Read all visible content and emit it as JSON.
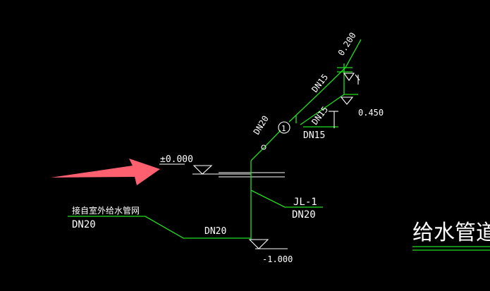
{
  "labels": {
    "elev_zero": "±0.000",
    "elev_top": "0.200",
    "elev_mid": "0.450",
    "elev_bottom": "-1.000",
    "pipe_riser": "DN20",
    "pipe_upper_1": "DN15",
    "pipe_upper_2": "DN15",
    "pipe_upper_3": "DN15",
    "riser_tag": "JL-1",
    "riser_size": "DN20",
    "inlet_source": "接自室外给水管网",
    "inlet_size": "DN20",
    "inlet_pipe": "DN20",
    "valve_number": "1",
    "title_partial": "给水管道系"
  },
  "colors": {
    "background": "#000000",
    "pipe": "#20e020",
    "text": "#ffffff",
    "arrow": "#ff6070"
  }
}
